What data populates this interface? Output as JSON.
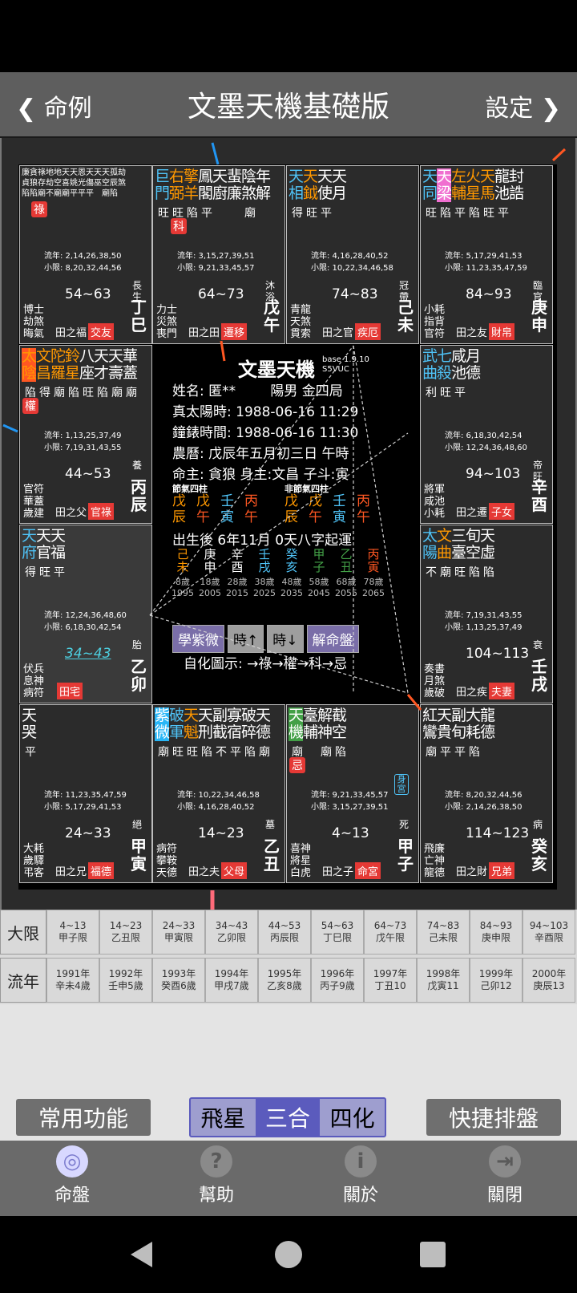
{
  "header": {
    "title": "文墨天機基礎版",
    "back": "命例",
    "settings": "設定"
  },
  "cells": [
    {
      "id": "si",
      "stars_small": [
        "廉貪祿地地天天恩天天天孤劫",
        "貞狼存劫空喜姚光傷巫空辰煞",
        "陷陷廟不廟廟平平平　廟陷"
      ],
      "badge": "祿",
      "flow": [
        "流年: 2,14,26,38,50",
        "小限: 8,20,32,44,56"
      ],
      "range": "54~63",
      "stage": "長生",
      "gz": "丁巳",
      "side": [
        "博士",
        "劫煞",
        "晦氣"
      ],
      "pal": "田之福",
      "name": "交友"
    },
    {
      "id": "wu",
      "stars": [
        "巨",
        "右",
        "擎",
        "鳳",
        "天",
        "蜚",
        "陰",
        "年"
      ],
      "stars2": [
        "門",
        "弼",
        "羊",
        "閣",
        "廚",
        "廉",
        "煞",
        "解"
      ],
      "bright": "旺旺陷平　　廟",
      "badge": "科",
      "flow": [
        "流年: 3,15,27,39,51",
        "小限: 9,21,33,45,57"
      ],
      "range": "64~73",
      "stage": "沐浴",
      "gz": "戊午",
      "side": [
        "力士",
        "災煞",
        "喪門"
      ],
      "pal": "田之田",
      "name": "遷移"
    },
    {
      "id": "wei",
      "stars": [
        "天",
        "天",
        "天",
        "天"
      ],
      "stars2": [
        "相",
        "鉞",
        "使",
        "月"
      ],
      "bright": "得旺平",
      "flow": [
        "流年: 4,16,28,40,52",
        "小限: 10,22,34,46,58"
      ],
      "range": "74~83",
      "stage": "冠帶",
      "gz": "己未",
      "side": [
        "青龍",
        "天煞",
        "貫索"
      ],
      "pal": "田之官",
      "name": "疾厄"
    },
    {
      "id": "shen",
      "stars": [
        "天",
        "天",
        "左",
        "火",
        "天",
        "龍",
        "封"
      ],
      "stars2": [
        "同",
        "梁",
        "輔",
        "星",
        "馬",
        "池",
        "誥"
      ],
      "bright": "旺陷平陷旺平",
      "flow": [
        "流年: 5,17,29,41,53",
        "小限: 11,23,35,47,59"
      ],
      "range": "84~93",
      "stage": "臨官",
      "gz": "庚申",
      "side": [
        "小耗",
        "指背",
        "官符"
      ],
      "pal": "田之友",
      "name": "財帛"
    },
    {
      "id": "chen",
      "stars": [
        "太",
        "文",
        "陀",
        "鈴",
        "八",
        "天",
        "天",
        "華"
      ],
      "stars2": [
        "陰",
        "昌",
        "羅",
        "星",
        "座",
        "才",
        "壽",
        "蓋"
      ],
      "bright": "陷得廟陷旺陷廟廟",
      "badge": "權",
      "flow": [
        "流年: 1,13,25,37,49",
        "小限: 7,19,31,43,55"
      ],
      "range": "44~53",
      "stage": "養",
      "gz": "丙辰",
      "side": [
        "官符",
        "華蓋",
        "歲建"
      ],
      "pal": "田之父",
      "name": "官祿"
    },
    {
      "id": "you",
      "stars": [
        "武",
        "七",
        "咸",
        "月"
      ],
      "stars2": [
        "曲",
        "殺",
        "池",
        "德"
      ],
      "bright": "利旺平",
      "flow": [
        "流年: 6,18,30,42,54",
        "小限: 12,24,36,48,60"
      ],
      "range": "94~103",
      "stage": "帝旺",
      "gz": "辛酉",
      "side": [
        "將軍",
        "咸池",
        "小耗"
      ],
      "pal": "田之遷",
      "name": "子女"
    },
    {
      "id": "mao",
      "stars": [
        "天",
        "天",
        "天"
      ],
      "stars2": [
        "府",
        "官",
        "福"
      ],
      "bright": "得旺平",
      "flow": [
        "流年: 12,24,36,48,60",
        "小限: 6,18,30,42,54"
      ],
      "range": "34~43",
      "stage": "胎",
      "gz": "乙卯",
      "side": [
        "伏兵",
        "息神",
        "病符"
      ],
      "pal": "",
      "name": "田宅"
    },
    {
      "id": "xu",
      "stars": [
        "太",
        "文",
        "三",
        "旬",
        "天"
      ],
      "stars2": [
        "陽",
        "曲",
        "臺",
        "空",
        "虛"
      ],
      "bright": "不廟旺陷陷",
      "flow": [
        "流年: 7,19,31,43,55",
        "小限: 1,13,25,37,49"
      ],
      "range": "104~113",
      "stage": "衰",
      "gz": "壬戌",
      "side": [
        "奏書",
        "月煞",
        "歲破"
      ],
      "pal": "田之疾",
      "name": "夫妻"
    },
    {
      "id": "yin",
      "stars": [
        "天"
      ],
      "stars2": [
        "哭"
      ],
      "bright": "平",
      "flow": [
        "流年: 11,23,35,47,59",
        "小限: 5,17,29,41,53"
      ],
      "range": "24~33",
      "stage": "絕",
      "gz": "甲寅",
      "side": [
        "大耗",
        "歲驛",
        "弔客"
      ],
      "pal": "田之兄",
      "name": "福德"
    },
    {
      "id": "chou",
      "stars": [
        "紫",
        "破",
        "天",
        "天",
        "副",
        "寡",
        "破",
        "天"
      ],
      "stars2": [
        "微",
        "軍",
        "魁",
        "刑",
        "截",
        "宿",
        "碎",
        "德"
      ],
      "bright": "廟旺旺陷不平陷廟",
      "flow": [
        "流年: 10,22,34,46,58",
        "小限: 4,16,28,40,52"
      ],
      "range": "14~23",
      "stage": "墓",
      "gz": "乙丑",
      "side": [
        "病符",
        "攀鞍",
        "天德"
      ],
      "pal": "田之夫",
      "name": "父母"
    },
    {
      "id": "zi",
      "stars": [
        "天",
        "臺",
        "解",
        "截"
      ],
      "stars2": [
        "機",
        "輔",
        "神",
        "空"
      ],
      "bright": "廟　廟陷",
      "badge": "忌",
      "flow": [
        "流年: 9,21,33,45,57",
        "小限: 3,15,27,39,51"
      ],
      "range": "4~13",
      "stage": "死",
      "gz": "甲子",
      "side": [
        "喜神",
        "將星",
        "白虎"
      ],
      "pal": "田之子",
      "name": "命宮",
      "tag": "身宮"
    },
    {
      "id": "hai",
      "stars": [
        "紅",
        "天",
        "副",
        "大",
        "龍"
      ],
      "stars2": [
        "鸞",
        "貴",
        "旬",
        "耗",
        "德"
      ],
      "bright": "廟平平陷",
      "flow": [
        "流年: 8,20,32,44,56",
        "小限: 2,14,26,38,50"
      ],
      "range": "114~123",
      "stage": "病",
      "gz": "癸亥",
      "side": [
        "飛廉",
        "亡神",
        "龍德"
      ],
      "pal": "田之財",
      "name": "兄弟"
    }
  ],
  "center": {
    "title": "文墨天機",
    "version": "base 1.9.10",
    "code": "S5VUC",
    "name": "姓名: 匿**",
    "gender": "陽男 金四局",
    "solar": "真太陽時: 1988-06-16 11:29",
    "clock": "鐘錶時間: 1988-06-16 11:30",
    "lunar": "農曆: 戊辰年五月初三日 午時",
    "master": "命主: 貪狼 身主:文昌 子斗:寅",
    "jieqi": "節氣四柱",
    "nonjieqi": "非節氣四柱",
    "pillars1": [
      [
        "戊",
        "辰"
      ],
      [
        "戊",
        "午"
      ],
      [
        "壬",
        "寅"
      ],
      [
        "丙",
        "午"
      ]
    ],
    "pillars2": [
      [
        "戊",
        "辰"
      ],
      [
        "戊",
        "午"
      ],
      [
        "壬",
        "寅"
      ],
      [
        "丙",
        "午"
      ]
    ],
    "qiyun": "出生後 6年11月 0天八字起運",
    "dayun_stems": [
      "己未",
      "庚申",
      "辛酉",
      "壬戌",
      "癸亥",
      "甲子",
      "乙丑",
      "丙寅"
    ],
    "dayun_age": [
      "8歲",
      "18歲",
      "28歲",
      "38歲",
      "48歲",
      "58歲",
      "68歲",
      "78歲"
    ],
    "dayun_year": [
      "1995",
      "2005",
      "2015",
      "2025",
      "2035",
      "2045",
      "2055",
      "2065"
    ],
    "btn_learn": "學紫微",
    "btn_up": "時↑",
    "btn_down": "時↓",
    "btn_jie": "解命盤",
    "legend": "自化圖示: →祿→權→科→忌"
  },
  "table": {
    "daxian_label": "大限",
    "liunian_label": "流年",
    "daxian": [
      [
        "4~13",
        "甲子限"
      ],
      [
        "14~23",
        "乙丑限"
      ],
      [
        "24~33",
        "甲寅限"
      ],
      [
        "34~43",
        "乙卯限"
      ],
      [
        "44~53",
        "丙辰限"
      ],
      [
        "54~63",
        "丁巳限"
      ],
      [
        "64~73",
        "戊午限"
      ],
      [
        "74~83",
        "己未限"
      ],
      [
        "84~93",
        "庚申限"
      ],
      [
        "94~103",
        "辛酉限"
      ]
    ],
    "liunian": [
      [
        "1991年",
        "辛未4歲"
      ],
      [
        "1992年",
        "壬申5歲"
      ],
      [
        "1993年",
        "癸酉6歲"
      ],
      [
        "1994年",
        "甲戌7歲"
      ],
      [
        "1995年",
        "乙亥8歲"
      ],
      [
        "1996年",
        "丙子9歲"
      ],
      [
        "1997年",
        "丁丑10"
      ],
      [
        "1998年",
        "戊寅11"
      ],
      [
        "1999年",
        "己卯12"
      ],
      [
        "2000年",
        "庚辰13"
      ]
    ]
  },
  "tools": {
    "common": "常用功能",
    "seg": [
      "飛星",
      "三合",
      "四化"
    ],
    "quick": "快捷排盤"
  },
  "tabs": [
    {
      "label": "命盤",
      "icon": "target-icon"
    },
    {
      "label": "幫助",
      "icon": "help-icon"
    },
    {
      "label": "關於",
      "icon": "info-icon"
    },
    {
      "label": "關閉",
      "icon": "exit-icon"
    }
  ]
}
